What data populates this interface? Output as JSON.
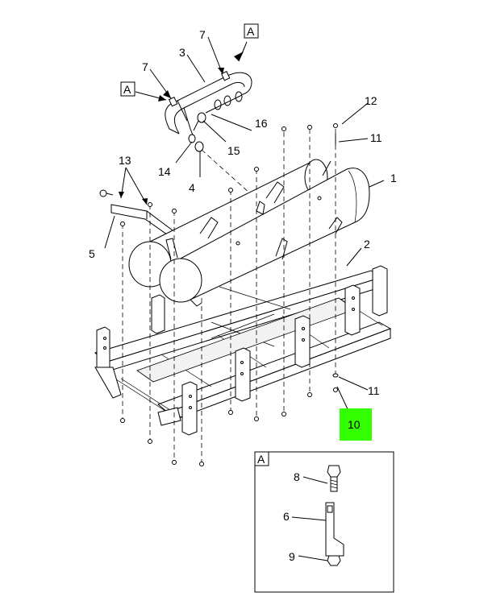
{
  "callouts": {
    "c1": "1",
    "c2": "2",
    "c3": "3",
    "c4": "4",
    "c5": "5",
    "c6": "6",
    "c7a": "7",
    "c7b": "7",
    "c8": "8",
    "c9": "9",
    "c10": "10",
    "c11a": "11",
    "c11b": "11",
    "c12": "12",
    "c13": "13",
    "c14": "14",
    "c15": "15",
    "c16": "16"
  },
  "view_refs": {
    "top_right": "A",
    "left": "A",
    "detail_box": "A"
  },
  "colors": {
    "highlight": "#33ff00",
    "line": "#000000",
    "background": "#ffffff"
  }
}
